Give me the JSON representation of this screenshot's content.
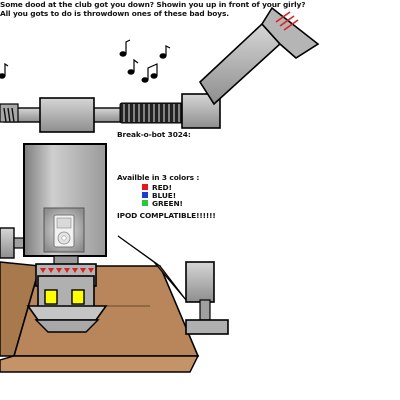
{
  "caption": {
    "title": "Break-o-bot 3024:",
    "description_line1": "Some dood at the club got you down? Showin you up in front of your girly?",
    "description_line2": "All you gots to do is throwdown ones of these bad boys.",
    "colors_label": "Availble in 3 colors :",
    "colors": [
      {
        "label": "RED!",
        "swatch": "#e8141e"
      },
      {
        "label": "BLUE!",
        "swatch": "#1e3cd2"
      },
      {
        "label": "GREEN!",
        "swatch": "#28c83c"
      }
    ],
    "ipod_note": "IPOD COMPLATIBLE!!!!!!"
  },
  "palette": {
    "metal": "#b9b9b9",
    "box": "#b8865a",
    "eyes": "#ffff00",
    "mouth_lights": "#e02020",
    "claw_stripes": "#e02020"
  },
  "icons": [
    "music-note-icon",
    "music-note-icon",
    "music-note-icon",
    "music-note-icon",
    "ipod-icon"
  ]
}
